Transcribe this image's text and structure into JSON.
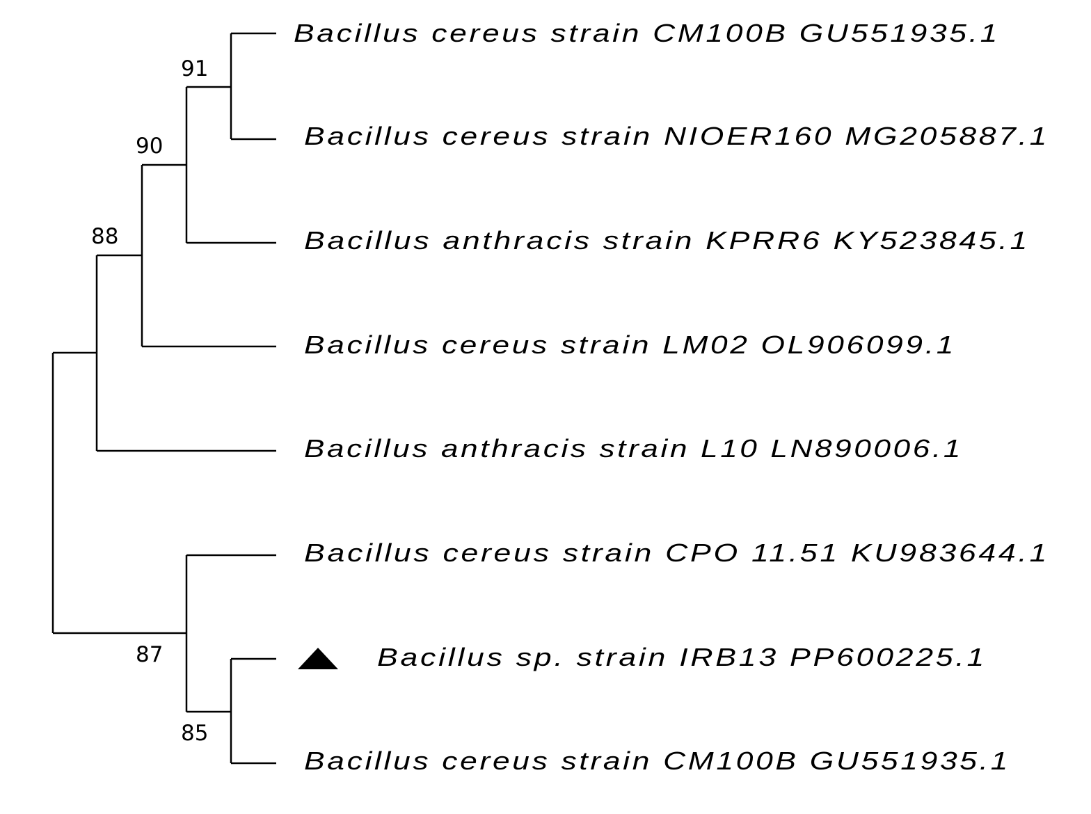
{
  "tree": {
    "leaves": [
      "Bacillus cereus strain CM100B GU551935.1",
      "Bacillus cereus strain NIOER160 MG205887.1",
      "Bacillus anthracis strain KPRR6 KY523845.1",
      "Bacillus cereus strain LM02 OL906099.1",
      "Bacillus anthracis strain L10 LN890006.1",
      "Bacillus cereus strain CPO 11.51 KU983644.1",
      "Bacillus sp. strain IRB13 PP600225.1",
      "Bacillus cereus strain CM100B GU551935.1"
    ],
    "bootstrap": {
      "n91": "91",
      "n90": "90",
      "n88": "88",
      "n87": "87",
      "n85": "85"
    },
    "highlighted_leaf_marker": "triangle-icon"
  }
}
